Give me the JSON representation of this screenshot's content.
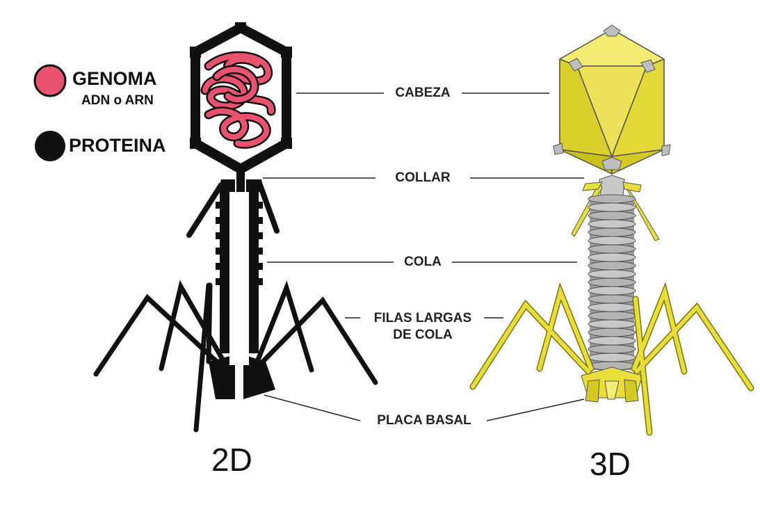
{
  "legend": {
    "genome_title": "GENOMA",
    "genome_sub": "ADN o ARN",
    "protein_title": "PROTEINA",
    "genome_color": "#e8516f",
    "protein_color": "#111111"
  },
  "labels": {
    "head": "CABEZA",
    "collar": "COLLAR",
    "tail": "COLA",
    "tail_fibers_line1": "FILAS LARGAS",
    "tail_fibers_line2": "DE COLA",
    "base_plate": "PLACA BASAL"
  },
  "views": {
    "left": "2D",
    "right": "3D"
  },
  "colors": {
    "yellow": "#e8de3a",
    "yellow_dark": "#c9be1a",
    "grey": "#9a9a9a",
    "grey_light": "#c8c8c8"
  }
}
